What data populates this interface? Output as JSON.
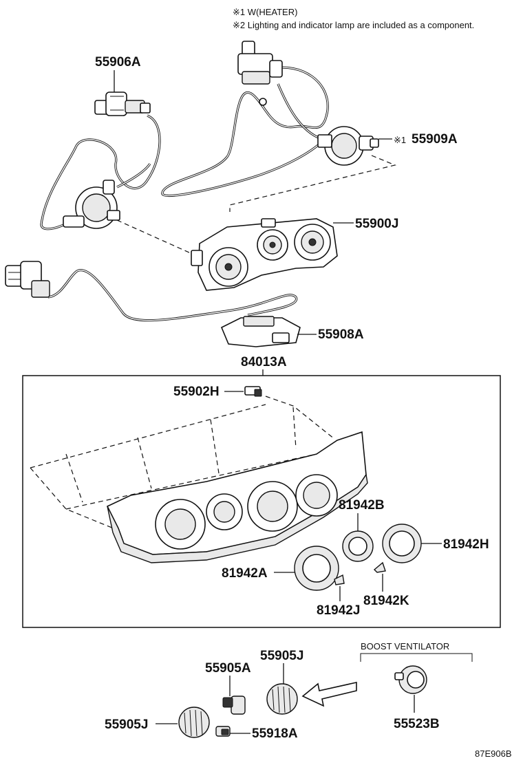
{
  "notes": {
    "note1": "※1 W(HEATER)",
    "note2": "※2 Lighting and indicator lamp are included as a component."
  },
  "labels": {
    "p55906A": "55906A",
    "p55909A": "55909A",
    "p55909A_mark": "※1",
    "p55900J": "55900J",
    "p55908A": "55908A",
    "p84013A": "84013A",
    "p55902H": "55902H",
    "p81942B": "81942B",
    "p81942H": "81942H",
    "p81942A": "81942A",
    "p81942K": "81942K",
    "p81942J": "81942J",
    "boost": "BOOST VENTILATOR",
    "p55905J_top": "55905J",
    "p55905A": "55905A",
    "p55905J_bottom": "55905J",
    "p55918A": "55918A",
    "p55523B": "55523B"
  },
  "diagram_code": "87E906B"
}
